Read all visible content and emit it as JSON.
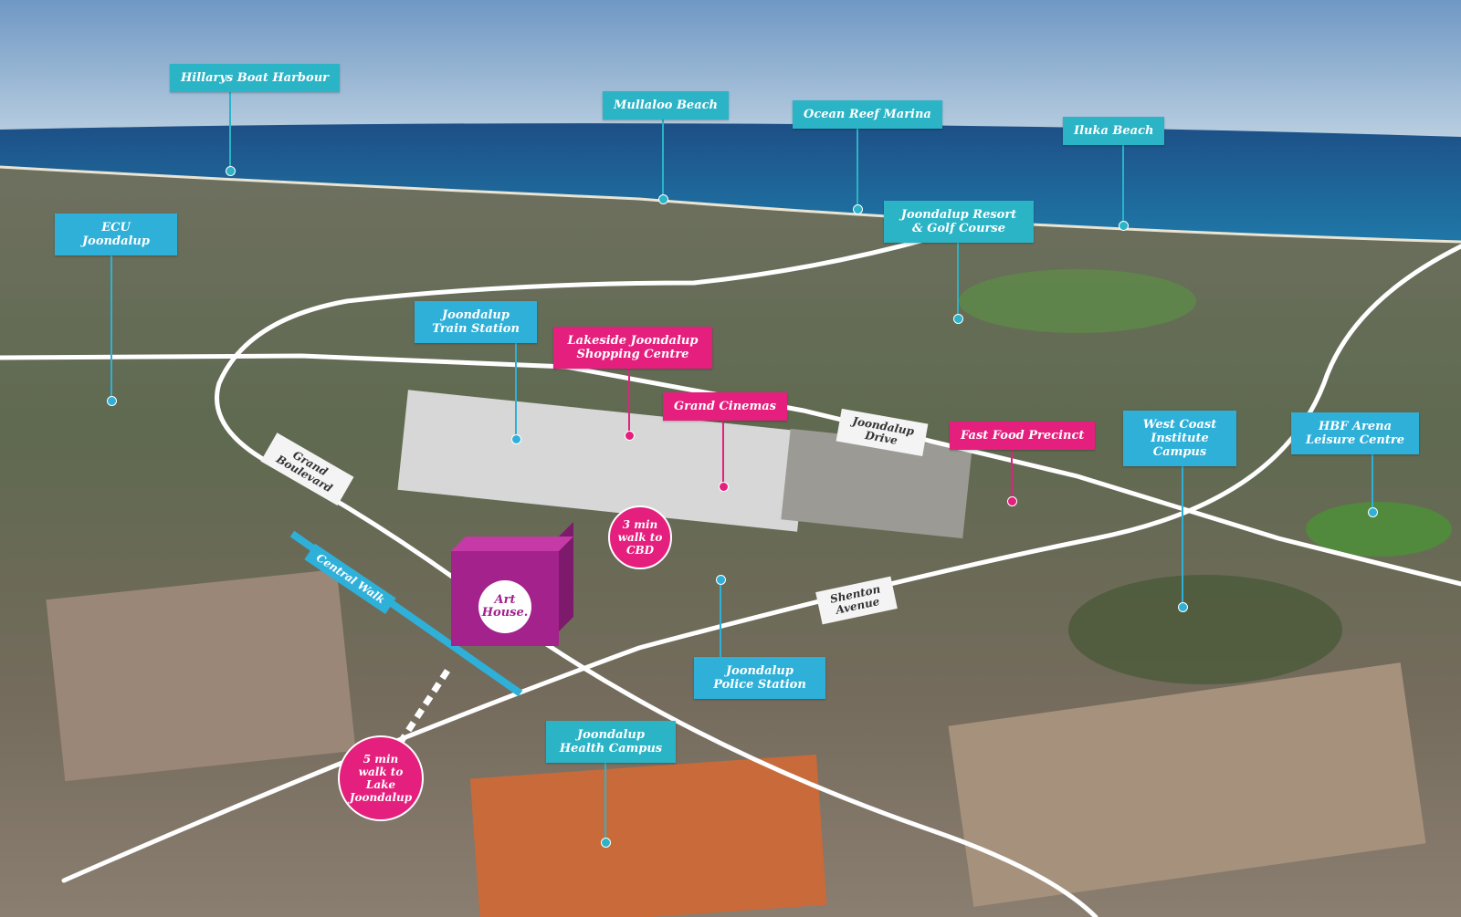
{
  "map": {
    "labels": {
      "hillarys": "Hillarys Boat Harbour",
      "mullaloo": "Mullaloo Beach",
      "ocean_reef": "Ocean Reef Marina",
      "iluka": "Iluka Beach",
      "ecu_1": "ECU",
      "ecu_2": "Joondalup",
      "resort_1": "Joondalup Resort",
      "resort_2": "& Golf Course",
      "train_1": "Joondalup",
      "train_2": "Train Station",
      "lakeside_1": "Lakeside Joondalup",
      "lakeside_2": "Shopping Centre",
      "cinemas": "Grand Cinemas",
      "fastfood": "Fast Food Precinct",
      "wci_1": "West Coast",
      "wci_2": "Institute",
      "wci_3": "Campus",
      "hbf_1": "HBF Arena",
      "hbf_2": "Leisure Centre",
      "police_1": "Joondalup",
      "police_2": "Police Station",
      "health_1": "Joondalup",
      "health_2": "Health Campus"
    },
    "roads": {
      "grand_1": "Grand",
      "grand_2": "Boulevard",
      "drive_1": "Joondalup",
      "drive_2": "Drive",
      "shenton_1": "Shenton",
      "shenton_2": "Avenue",
      "central": "Central Walk"
    },
    "walks": {
      "cbd_1": "3 min",
      "cbd_2": "walk to",
      "cbd_3": "CBD",
      "lake_1": "5 min",
      "lake_2": "walk to",
      "lake_3": "Lake",
      "lake_4": "Joondalup"
    },
    "logo": {
      "line1": "Art",
      "line2": "House."
    },
    "colors": {
      "teal": "#2bb3c6",
      "blue": "#2eb0d9",
      "pink": "#e51f7d",
      "purple": "#a3228c"
    }
  }
}
